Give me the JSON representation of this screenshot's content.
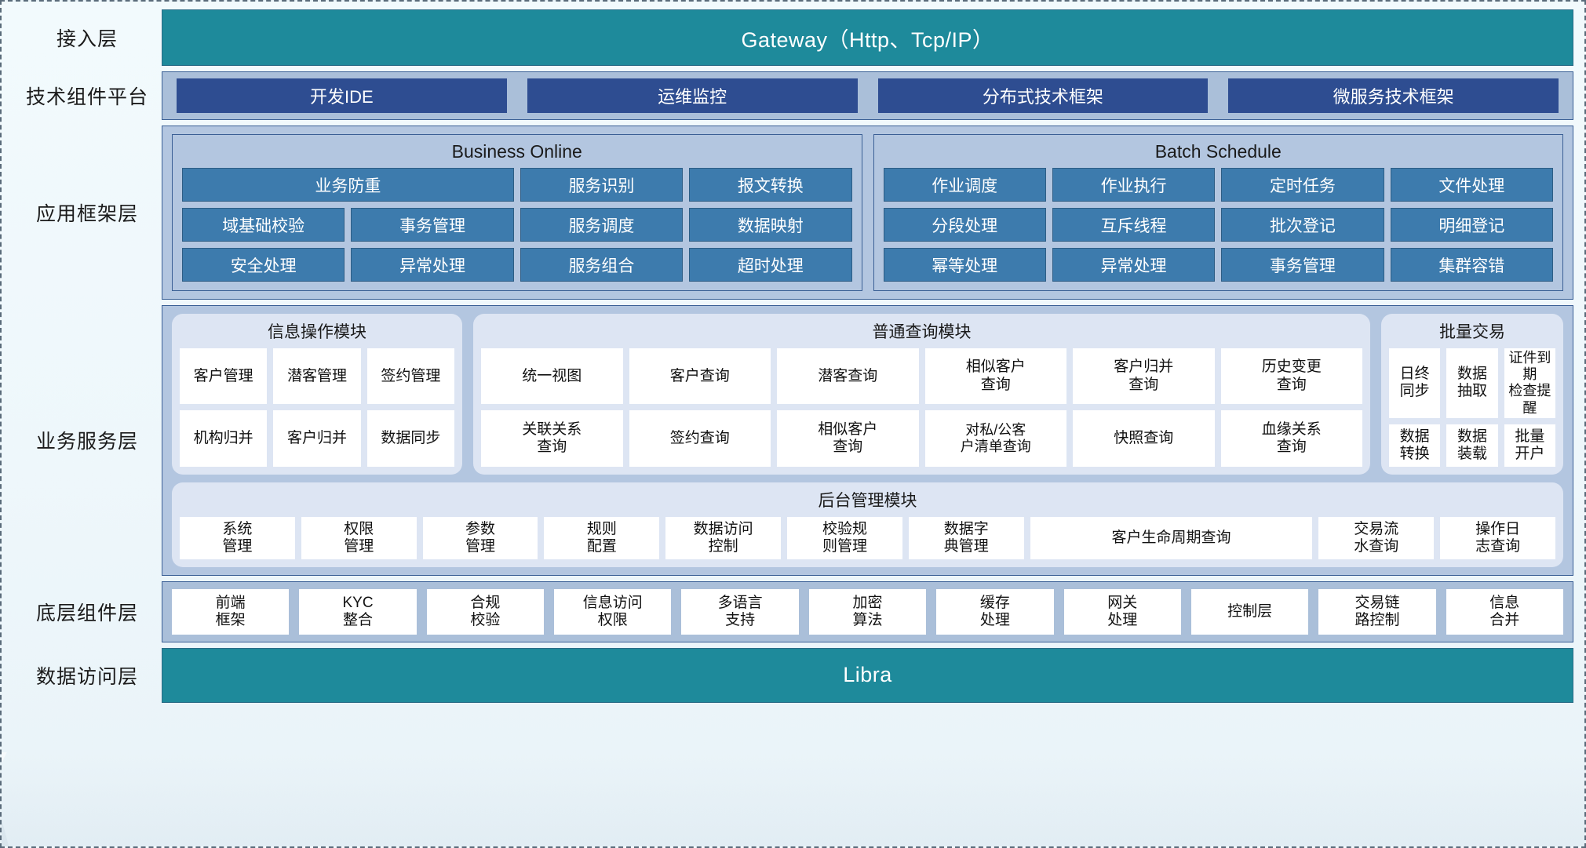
{
  "layers": [
    {
      "label": "接入层"
    },
    {
      "label": "技术组件平台"
    },
    {
      "label": "应用框架层"
    },
    {
      "label": "业务服务层"
    },
    {
      "label": "底层组件层"
    },
    {
      "label": "数据访问层"
    }
  ],
  "gateway": {
    "title": "Gateway（Http、Tcp/IP）"
  },
  "libra": {
    "title": "Libra"
  },
  "tech_platform": {
    "items": [
      "开发IDE",
      "运维监控",
      "分布式技术框架",
      "微服务技术框架"
    ]
  },
  "app_framework": {
    "business_online": {
      "title": "Business Online",
      "items": [
        "业务防重",
        "服务识别",
        "报文转换",
        "域基础校验",
        "事务管理",
        "服务调度",
        "数据映射",
        "安全处理",
        "异常处理",
        "服务组合",
        "超时处理"
      ]
    },
    "batch_schedule": {
      "title": "Batch Schedule",
      "items": [
        "作业调度",
        "作业执行",
        "定时任务",
        "文件处理",
        "分段处理",
        "互斥线程",
        "批次登记",
        "明细登记",
        "幂等处理",
        "异常处理",
        "事务管理",
        "集群容错"
      ]
    }
  },
  "business_service": {
    "info_module": {
      "title": "信息操作模块",
      "items": [
        "客户管理",
        "潜客管理",
        "签约管理",
        "机构归并",
        "客户归并",
        "数据同步"
      ]
    },
    "query_module": {
      "title": "普通查询模块",
      "items": [
        "统一视图",
        "客户查询",
        "潜客查询",
        "相似客户\n查询",
        "客户归并\n查询",
        "历史变更\n查询",
        "关联关系\n查询",
        "签约查询",
        "相似客户\n查询",
        "对私/公客\n户清单查询",
        "快照查询",
        "血缘关系\n查询"
      ]
    },
    "batch_module": {
      "title": "批量交易",
      "items": [
        "日终\n同步",
        "数据\n抽取",
        "证件到期\n检查提醒",
        "数据\n转换",
        "数据\n装载",
        "批量\n开户"
      ]
    },
    "admin_module": {
      "title": "后台管理模块",
      "items": [
        "系统\n管理",
        "权限\n管理",
        "参数\n管理",
        "规则\n配置",
        "数据访问\n控制",
        "校验规\n则管理",
        "数据字\n典管理",
        "客户生命周期查询",
        "交易流\n水查询",
        "操作日\n志查询"
      ]
    }
  },
  "bottom_components": {
    "items": [
      "前端\n框架",
      "KYC\n整合",
      "合规\n校验",
      "信息访问\n权限",
      "多语言\n支持",
      "加密\n算法",
      "缓存\n处理",
      "网关\n处理",
      "控制层",
      "交易链\n路控制",
      "信息\n合并"
    ]
  },
  "colors": {
    "teal": "#1e8a9b",
    "dark_blue_chip": "#2e4d91",
    "blue_chip": "#3d7bad",
    "panel_blue": "#b3c6e0",
    "panel_light": "#dde5f3",
    "border_blue": "#3a5f95"
  }
}
